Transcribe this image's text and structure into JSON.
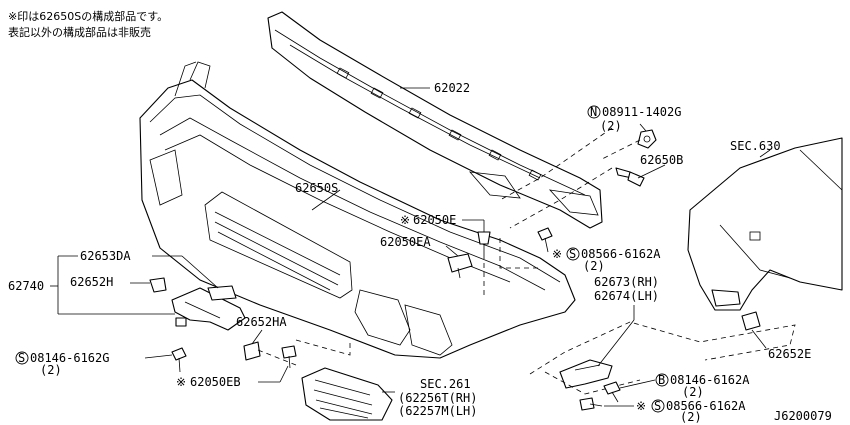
{
  "notes": {
    "line1": "※印は62650Sの構成部品です。",
    "line2": "表記以外の構成部品は非販売"
  },
  "labels": {
    "p62022": "62022",
    "p08911_code": "08911-1402G",
    "p08911_qty": "(2)",
    "p62650B": "62650B",
    "sec630": "SEC.630",
    "p62650S": "62650S",
    "p62050E_mark": "※",
    "p62050E": "62050E",
    "p62050EA": "62050EA",
    "p08566a_mark": "※",
    "p08566a_code": "08566-6162A",
    "p08566a_qty": "(2)",
    "p62653DA": "62653DA",
    "p62740": "62740",
    "p62652H": "62652H",
    "p62652HA": "62652HA",
    "p62673": "62673(RH)",
    "p62674": "62674(LH)",
    "p62652E": "62652E",
    "p08146a_code": "08146-6162G",
    "p08146a_qty": "(2)",
    "p62050EB_mark": "※",
    "p62050EB": "62050EB",
    "sec261": "SEC.261",
    "p62256T": "(62256T(RH)",
    "p62257M": "(62257M(LH)",
    "p08146b_code": "08146-6162A",
    "p08146b_qty": "(2)",
    "p08566b_mark": "※",
    "p08566b_code": "08566-6162A",
    "p08566b_qty": "(2)",
    "diagram_code": "J6200079"
  },
  "symbols": {
    "N": "N",
    "S": "S",
    "B": "B"
  }
}
